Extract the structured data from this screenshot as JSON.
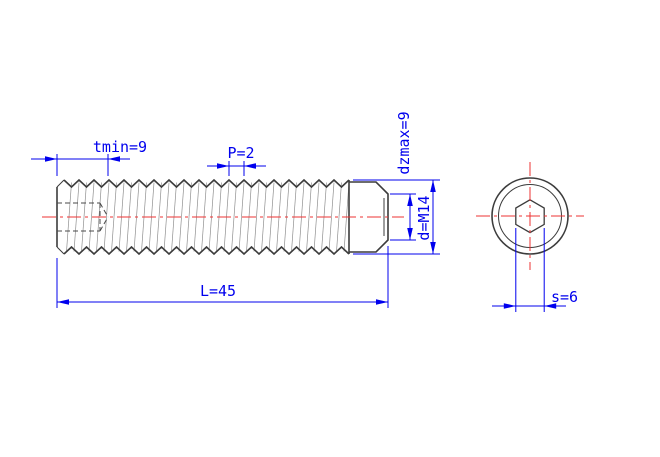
{
  "drawing": {
    "dimensions": {
      "tmin": "tmin=9",
      "pitch": "P=2",
      "dzmax": "dzmax=9",
      "diameter": "d=M14",
      "length": "L=45",
      "socket_width": "s=6"
    },
    "colors": {
      "dimension": "#0000ee",
      "outline": "#3c3c3c",
      "centerline": "#ee3333",
      "background": "#ffffff"
    }
  }
}
